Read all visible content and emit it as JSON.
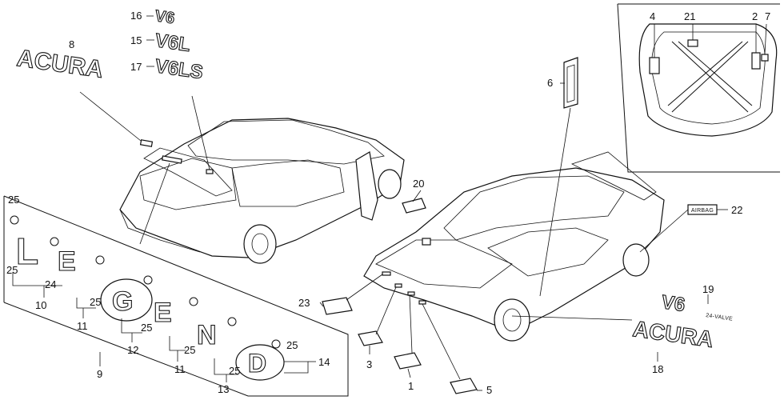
{
  "callouts": [
    "1",
    "2",
    "3",
    "4",
    "5",
    "6",
    "7",
    "8",
    "9",
    "10",
    "11",
    "11",
    "12",
    "13",
    "14",
    "15",
    "16",
    "17",
    "18",
    "19",
    "20",
    "21",
    "22",
    "23",
    "24",
    "25",
    "25",
    "25",
    "25",
    "25",
    "25",
    "25"
  ],
  "emblems": {
    "acura_left": "ACURA",
    "v6_top": "V6",
    "v6l": "V6L",
    "v6ls": "V6LS",
    "v6_24valve_main": "V6",
    "v6_24valve_sub": "24-VALVE",
    "acura_right": "ACURA",
    "letter_l": "L",
    "letter_e": "E",
    "letter_g": "G",
    "letter_e2": "E",
    "letter_n": "N",
    "letter_d": "D"
  },
  "labels": {
    "airbag": "AIRBAG"
  }
}
